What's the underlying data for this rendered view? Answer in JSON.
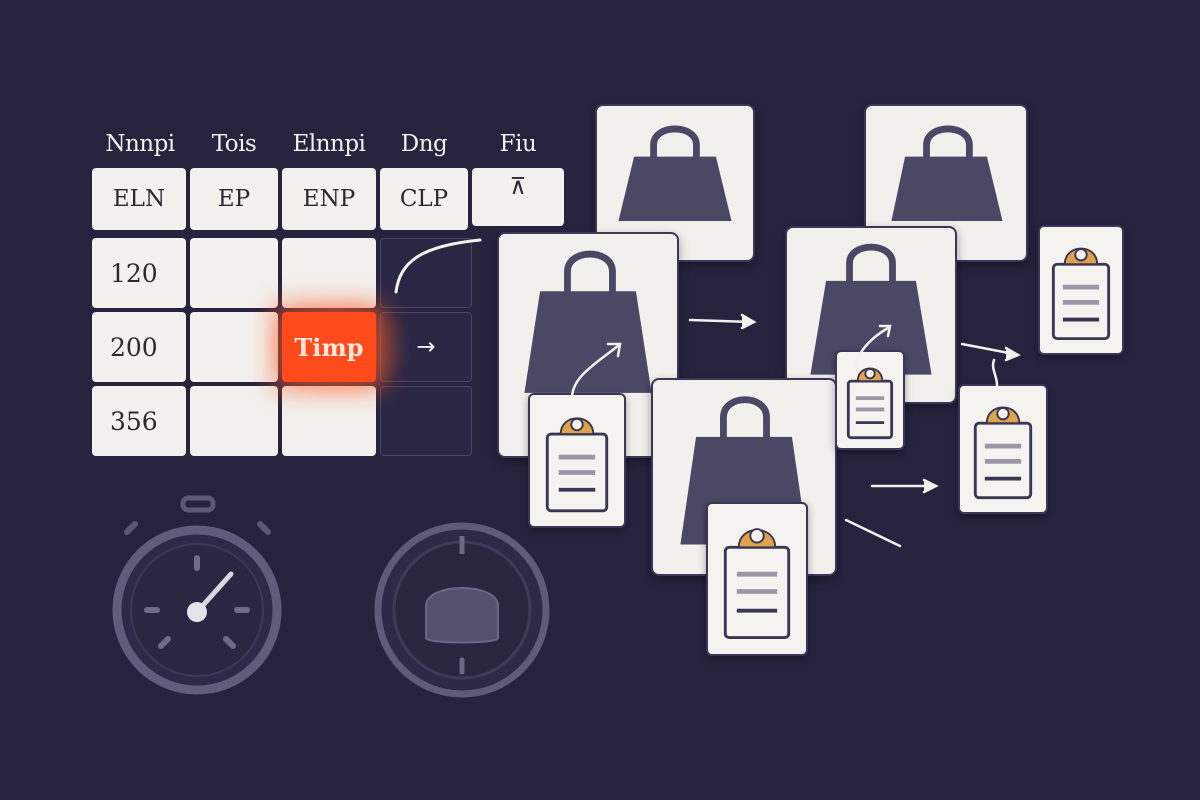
{
  "table": {
    "headers": [
      "Nnnpi",
      "Tois",
      "Elnnpi",
      "Dng",
      "Fiu"
    ],
    "subheaders": [
      "ELN",
      "EP",
      "ENP",
      "CLP",
      "⊼"
    ],
    "rows": [
      [
        "120",
        "",
        "",
        ""
      ],
      [
        "200",
        "",
        "Timp",
        "→"
      ],
      [
        "356",
        "",
        "",
        ""
      ]
    ],
    "highlight_color": "#ff4a1c"
  },
  "icons": {
    "cards": "shopping-bag-icon",
    "tags": "clipboard-tag-icon",
    "gauges": [
      "stopwatch-icon",
      "dial-knob-icon"
    ]
  },
  "colors": {
    "background": "#27233f",
    "card": "#f1f0ec",
    "bag": "#4b4866",
    "tag_ring": "#e0a24a",
    "accent": "#ff4a1c"
  }
}
